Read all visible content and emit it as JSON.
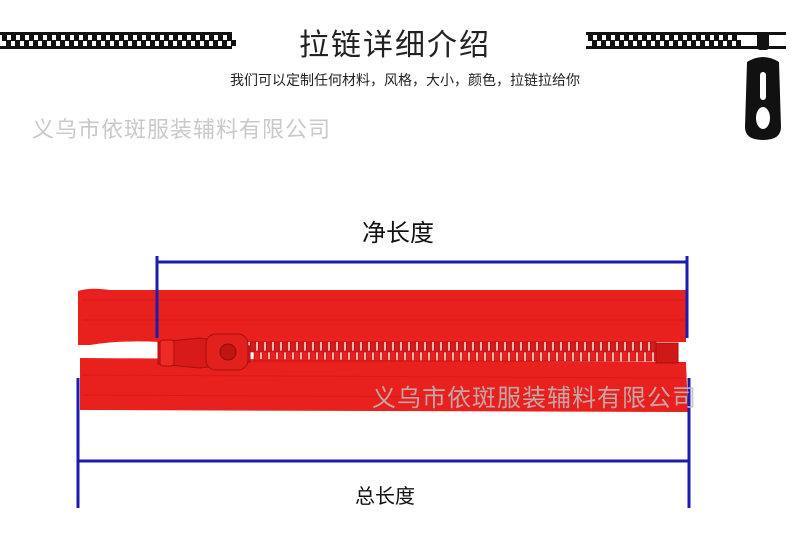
{
  "header": {
    "title": "拉链详细介绍",
    "subtitle": "我们可以定制任何材料，风格，大小，颜色，拉链拉给你"
  },
  "watermarks": {
    "top": "义乌市依斑服装辅料有限公司",
    "bottom": "义乌市依斑服装辅料有限公司"
  },
  "diagram": {
    "net_length_label": "净长度",
    "total_length_label": "总长度"
  },
  "colors": {
    "zipper_red": "#e8201e",
    "measure_line": "#1c1cb0",
    "decor_black": "#111111"
  },
  "icons": [
    "zipper-border",
    "zipper-pull-icon",
    "zipper-slider-icon"
  ]
}
